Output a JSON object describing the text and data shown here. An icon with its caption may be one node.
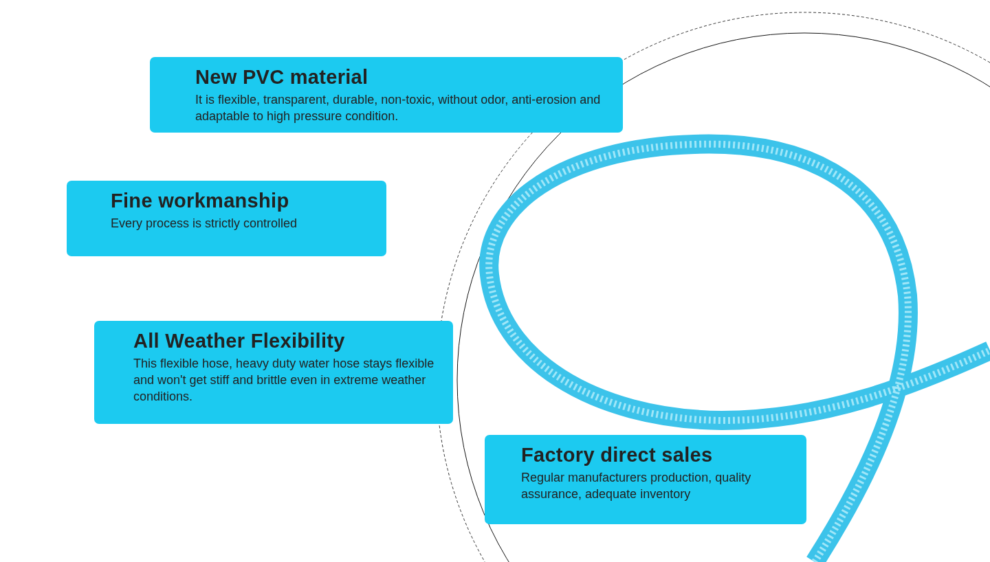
{
  "diagram": {
    "nodes": [
      {
        "text": [
          "New PVC material",
          "It is flexible, transparent, durable, non-toxic, without odor, anti-erosion and adaptable to high pressure condition."
        ]
      },
      {
        "text": [
          "Fine workmanship",
          "Every process is strictly controlled"
        ]
      },
      {
        "text": [
          "All Weather Flexibility",
          "This flexible hose, heavy duty water hose stays flexible and won't get stiff and brittle even in extreme weather conditions."
        ]
      },
      {
        "text": [
          "Factory direct sales",
          "Regular manufacturers production, quality assurance, adequate inventory"
        ]
      }
    ],
    "edges": []
  }
}
